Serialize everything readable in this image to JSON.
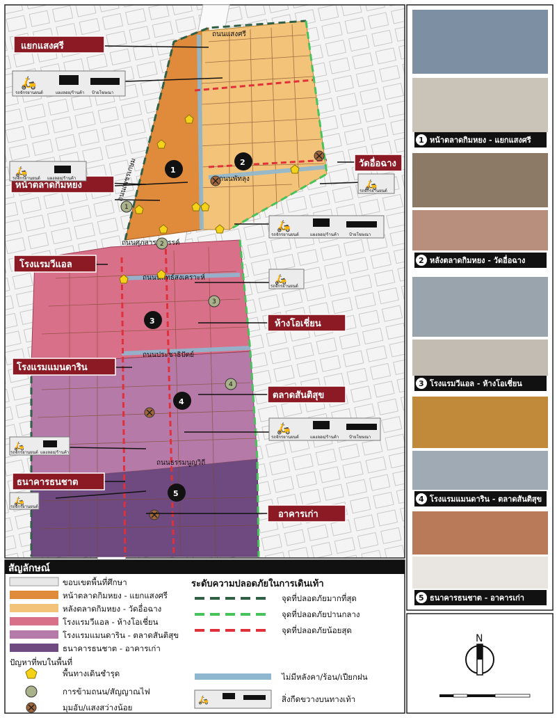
{
  "map": {
    "zone_labels": {
      "z1": "แยกแสงศรี",
      "z2": "หน้าตลาดกิมหยง",
      "z3": "วัดอื่อฉาง",
      "z4": "โรงแรมวีแอล",
      "z5": "ห้างโอเชี่ยน",
      "z6": "โรงแรมแมนดาริน",
      "z7": "ตลาดสันติสุข",
      "z8": "ธนาคารธนชาต",
      "z9": "อาคารเก่า"
    },
    "streets": {
      "s1": "ถนนแสงศรี",
      "s2": "ถนนเพชรเกษม",
      "s3": "ถนนศุภสารรังสรรค์",
      "s4": "ถนนนิพัทธ์สงเคราะห์",
      "s5": "ถนนประชาธิปัตย์",
      "s6": "ถนนธรรมนูญวิถี",
      "s7": "ถนนพัทลุง"
    },
    "zone_numbers": [
      "1",
      "2",
      "3",
      "4",
      "5"
    ],
    "crossing_numbers": [
      "1",
      "2",
      "3",
      "4"
    ],
    "obstacle_labels": {
      "moto": "รถจักรยานยนต์",
      "stall": "แผงลอย/ร้านค้า",
      "sign": "ป้ายโฆษณา"
    }
  },
  "photos": {
    "captions": [
      {
        "num": "1",
        "text": "หน้าตลาดกิมหยง - แยกแสงศรี"
      },
      {
        "num": "2",
        "text": "หลังตลาดกิมหยง - วัดอื่อฉาง"
      },
      {
        "num": "3",
        "text": "โรงแรมวีแอล - ห้างโอเชี่ยน"
      },
      {
        "num": "4",
        "text": "โรงแรมแมนดาริน - ตลาดสันติสุข"
      },
      {
        "num": "5",
        "text": "ธนาคารธนชาต - อาคารเก่า"
      }
    ]
  },
  "legend": {
    "title": "สัญลักษณ์",
    "zones": [
      {
        "label": "ขอบเขตพื้นที่ศึกษา",
        "color": "#e8e8e8"
      },
      {
        "label": "หน้าตลาดกิมหยง - แยกแสงศรี",
        "color": "#e08a3c"
      },
      {
        "label": "หลังตลาดกิมหยง - วัดอื่อฉาง",
        "color": "#f3c37a"
      },
      {
        "label": "โรงแรมวีแอล - ห้างโอเชี่ยน",
        "color": "#d9708a"
      },
      {
        "label": "โรงแรมแมนดาริน - ตลาดสันติสุข",
        "color": "#b67aa8"
      },
      {
        "label": "ธนาคารธนชาต - อาคารเก่า",
        "color": "#6e4a80"
      }
    ],
    "problems_title": "ปัญหาที่พบในพื้นที่",
    "problems": [
      {
        "label": "พื้นทางเดินชำรุด",
        "icon": "pentagon-icon"
      },
      {
        "label": "การข้ามถนน/สัญญาณไฟ",
        "icon": "circle-icon"
      },
      {
        "label": "มุมอับ/แสงสว่างน้อย",
        "icon": "cross-circle-icon"
      }
    ],
    "safety_title": "ระดับความปลอดภัยในการเดินเท้า",
    "safety": [
      {
        "label": "จุดที่ปลอดภัยมากที่สุด",
        "color": "#2f5f45"
      },
      {
        "label": "จุดที่ปลอดภัยปานกลาง",
        "color": "#46c35a"
      },
      {
        "label": "จุดที่ปลอดภัยน้อยสุด",
        "color": "#e0303a"
      }
    ],
    "no_roof": "ไม่มีหลังคา/ร้อน/เปียกฝน",
    "obstacles": "สิ่งกีดขวางบนทางเท้า",
    "north": "N"
  },
  "colors": {
    "zone1": "#e08a3c",
    "zone2": "#f3c37a",
    "zone3": "#d9708a",
    "zone4": "#b67aa8",
    "zone5": "#6e4a80",
    "label_bg": "#8b1a24",
    "sidewalk": "#8fb8d0"
  }
}
